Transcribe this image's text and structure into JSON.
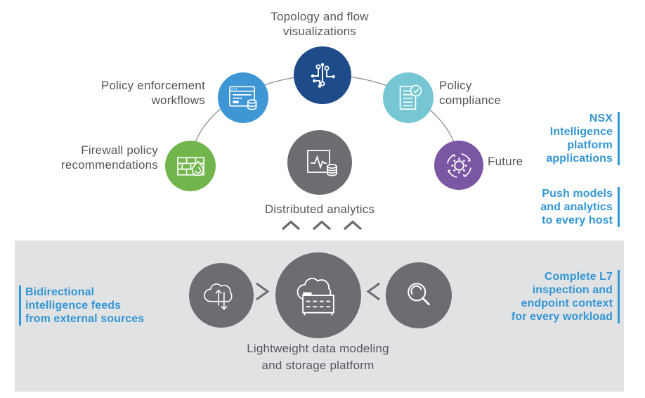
{
  "diagram": {
    "topology_label": "Topology and flow\nvisualizations",
    "enforcement_label": "Policy enforcement\nworkflows",
    "compliance_label": "Policy\ncompliance",
    "firewall_label": "Firewall policy\nrecommendations",
    "future_label": "Future",
    "analytics_label": "Distributed analytics",
    "storage_label": "Lightweight data modeling\nand storage platform",
    "side_labels": {
      "platform_apps": "NSX\nIntelligence\nplatform\napplications",
      "push_models": "Push models\nand analytics\nto every host",
      "complete_l7": "Complete L7\ninspection and\nendpoint context\nfor every workload",
      "bidirectional": "Bidirectional\nintelligence feeds\nfrom external sources"
    },
    "icons": {
      "topology": "circuit-network-icon",
      "enforcement": "policy-window-database-icon",
      "compliance": "document-check-icon",
      "firewall": "firewall-flame-icon",
      "future": "gear-cycle-icon",
      "analytics": "monitor-waveform-database-icon",
      "feeds": "cloud-sync-arrows-icon",
      "storage": "cloud-datacenter-icon",
      "search": "magnifier-icon"
    },
    "colors": {
      "navy": "#1e4c8a",
      "blue": "#3e97d4",
      "teal": "#76c7d3",
      "green": "#72b54c",
      "purple": "#7b57a3",
      "gray": "#6c6c71",
      "accent_blue": "#3396d4",
      "panel_gray": "#e1e2e4",
      "text_dark": "#55565b"
    }
  }
}
